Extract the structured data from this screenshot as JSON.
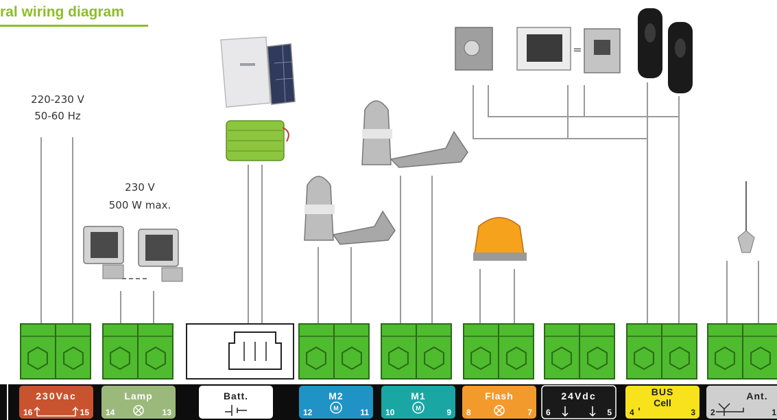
{
  "title": "ral wiring diagram",
  "labels": {
    "mains_voltage": "220-230 V",
    "mains_freq": "50-60 Hz",
    "lamp_voltage": "230 V",
    "lamp_power": "500 W max."
  },
  "terminals": [
    {
      "id": "230vac",
      "label": "230Vac",
      "left": "16",
      "right": "15",
      "color": "#c9532e",
      "text_color": "#ffffff"
    },
    {
      "id": "lamp",
      "label": "Lamp",
      "left": "14",
      "right": "13",
      "color": "#9cb97c",
      "text_color": "#ffffff"
    },
    {
      "id": "batt",
      "label": "Batt.",
      "left": "",
      "right": "",
      "color": "#ffffff",
      "text_color": "#222222"
    },
    {
      "id": "m2",
      "label": "M2",
      "left": "12",
      "right": "11",
      "color": "#1f93c6",
      "text_color": "#ffffff"
    },
    {
      "id": "m1",
      "label": "M1",
      "left": "10",
      "right": "9",
      "color": "#1aa7a4",
      "text_color": "#ffffff"
    },
    {
      "id": "flash",
      "label": "Flash",
      "left": "8",
      "right": "7",
      "color": "#f39a2d",
      "text_color": "#ffffff"
    },
    {
      "id": "24vdc",
      "label": "24Vdc",
      "left": "6",
      "right": "5",
      "color": "#1a1a1a",
      "text_color": "#ffffff"
    },
    {
      "id": "bus",
      "label": "BUS",
      "sub": "Cell",
      "left": "4",
      "right": "3",
      "color": "#f7e21b",
      "text_color": "#222222"
    },
    {
      "id": "ant",
      "label": "Ant.",
      "left": "2",
      "right": "1",
      "color": "#cfcfcf",
      "text_color": "#222222"
    }
  ],
  "colors": {
    "connector_green": "#4fbb2e",
    "connector_dark": "#2a6a18",
    "wire": "#9a9a9a",
    "bar_black": "#0d0d0d",
    "accent": "#8dbd28"
  },
  "icons": [
    "battery-pack-solar-icon",
    "rechargeable-battery-icon",
    "floodlight-icon",
    "gate-motor-m1-icon",
    "gate-motor-m2-icon",
    "flashing-light-icon",
    "keypad-icon",
    "video-intercom-icon",
    "photocell-icon",
    "antenna-icon"
  ]
}
